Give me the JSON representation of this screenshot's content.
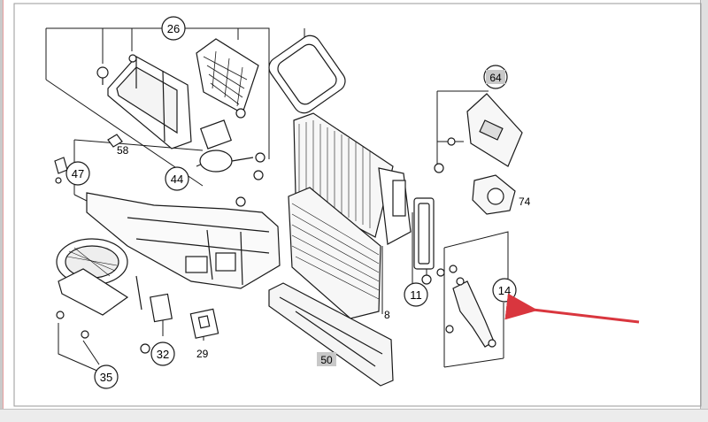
{
  "diagram": {
    "callouts": [
      {
        "id": "c26",
        "label": "26",
        "boxed": false
      },
      {
        "id": "c64",
        "label": "64",
        "boxed": true
      },
      {
        "id": "c58",
        "label": "58",
        "boxed": false
      },
      {
        "id": "c47",
        "label": "47",
        "boxed": false
      },
      {
        "id": "c44",
        "label": "44",
        "boxed": false
      },
      {
        "id": "c74",
        "label": "74",
        "boxed": false
      },
      {
        "id": "c11",
        "label": "11",
        "boxed": false
      },
      {
        "id": "c14",
        "label": "14",
        "boxed": false
      },
      {
        "id": "c8",
        "label": "8",
        "boxed": false
      },
      {
        "id": "c32",
        "label": "32",
        "boxed": false
      },
      {
        "id": "c29",
        "label": "29",
        "boxed": false
      },
      {
        "id": "c35",
        "label": "35",
        "boxed": false
      },
      {
        "id": "c50",
        "label": "50",
        "boxed": true
      }
    ],
    "colors": {
      "line": "#1a1a1a",
      "arrow": "#d9363e",
      "label_box": "#c8c8c8",
      "frame_border": "#9a9a9a"
    }
  }
}
